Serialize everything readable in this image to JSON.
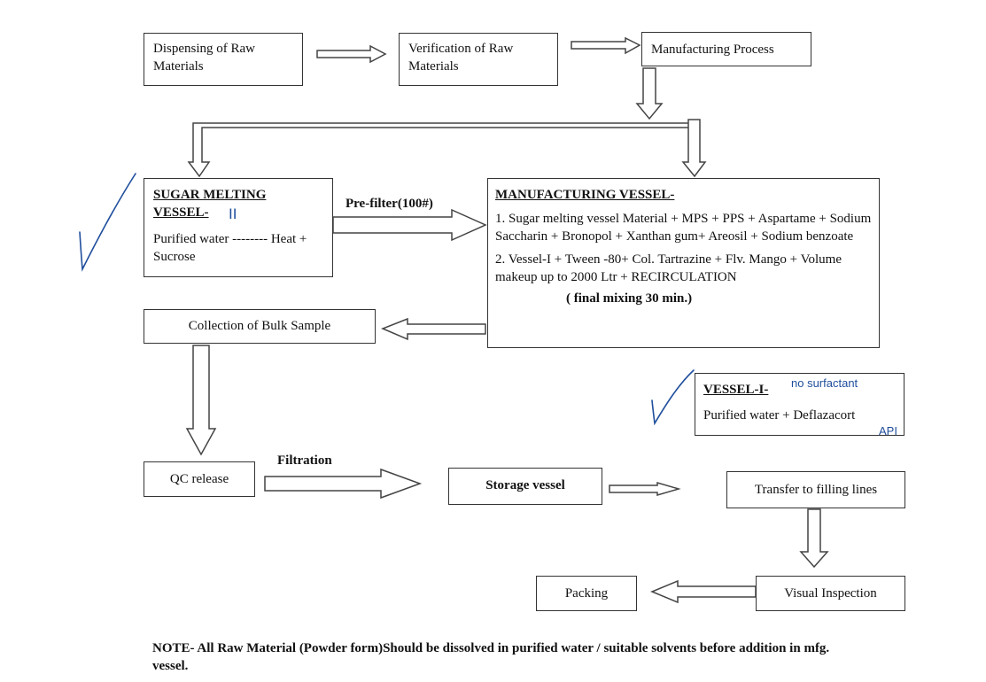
{
  "boxes": {
    "dispensing": "Dispensing of Raw Materials",
    "verification": "Verification of Raw Materials",
    "manufacturing_process": "Manufacturing Process",
    "sugar_title": "SUGAR MELTING VESSEL-",
    "sugar_body": "Purified water -------- Heat + Sucrose",
    "mfg_title": "MANUFACTURING  VESSEL-",
    "mfg_line1": "1. Sugar melting vessel Material + MPS + PPS + Aspartame + Sodium Saccharin + Bronopol + Xanthan gum+ Areosil + Sodium benzoate",
    "mfg_line2": "2. Vessel-I + Tween -80+ Col. Tartrazine + Flv. Mango + Volume makeup up to 2000 Ltr + RECIRCULATION",
    "mfg_line3": "( final mixing 30 min.)",
    "collection": "Collection of Bulk Sample",
    "vessel1_title": "VESSEL-I-",
    "vessel1_body": "Purified water + Deflazacort",
    "qc_release": "QC release",
    "storage": "Storage vessel",
    "transfer": "Transfer to filling lines",
    "visual": "Visual Inspection",
    "packing": "Packing"
  },
  "arrow_labels": {
    "prefilter": "Pre-filter(100#)",
    "filtration": "Filtration"
  },
  "handwritten": {
    "roman_two": "II",
    "no_surfactant": "no surfactant",
    "api": "API"
  },
  "note": "NOTE- All Raw Material (Powder form)Should be dissolved in purified water / suitable solvents before addition in mfg. vessel.",
  "colors": {
    "ink": "#333333",
    "handwriting": "#1f4e9c"
  }
}
